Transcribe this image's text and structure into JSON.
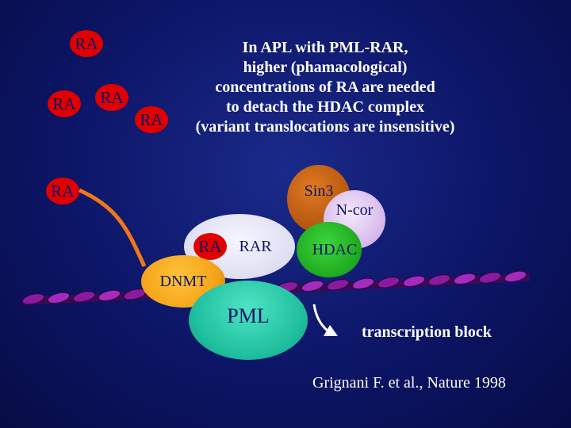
{
  "heading_lines": [
    "In APL with PML-RAR,",
    "higher (phamacological)",
    "concentrations of RA are needed",
    "to detach the HDAC complex",
    "(variant translocations are insensitive)"
  ],
  "ra_label": "RA",
  "complex": {
    "sin3": "Sin3",
    "ncor": "N-cor",
    "ra_bound": "RA",
    "rar": "RAR",
    "hdac": "HDAC",
    "dnmt": "DNMT",
    "pml": "PML"
  },
  "transcription_block": "transcription block",
  "citation": "Grignani F. et al., Nature 1998",
  "colors": {
    "background": "#0c1566",
    "ra": "#e00000",
    "sin3": "#b4540f",
    "ncor": "#d6b8ea",
    "rar": "#dcdcf0",
    "hdac": "#1fa81f",
    "dnmt": "#f4a218",
    "pml": "#1fbf9d",
    "dna": "#8a1a9e",
    "tether": "#f07818"
  }
}
